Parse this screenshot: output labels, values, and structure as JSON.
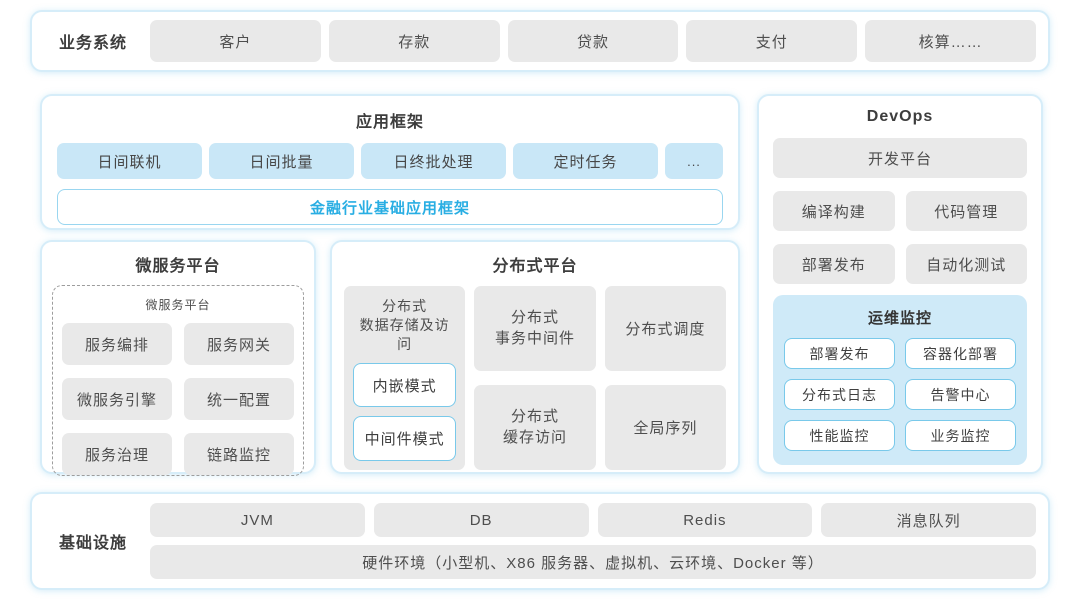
{
  "business": {
    "label": "业务系统",
    "items": [
      "客户",
      "存款",
      "贷款",
      "支付",
      "核算……"
    ]
  },
  "app_framework": {
    "title": "应用框架",
    "modes": [
      "日间联机",
      "日间批量",
      "日终批处理",
      "定时任务",
      "..."
    ],
    "base_label": "金融行业基础应用框架"
  },
  "microservice": {
    "title": "微服务平台",
    "inner_title": "微服务平台",
    "items": [
      "服务编排",
      "服务网关",
      "微服务引擎",
      "统一配置",
      "服务治理",
      "链路监控"
    ]
  },
  "distributed": {
    "title": "分布式平台",
    "storage_title": "分布式\n数据存储及访问",
    "storage_modes": [
      "内嵌模式",
      "中间件模式"
    ],
    "cells": [
      "分布式\n事务中间件",
      "分布式调度",
      "分布式\n缓存访问",
      "全局序列"
    ]
  },
  "devops": {
    "title": "DevOps",
    "platform": "开发平台",
    "tools": [
      "编译构建",
      "代码管理",
      "部署发布",
      "自动化测试"
    ],
    "monitoring": {
      "title": "运维监控",
      "items": [
        "部署发布",
        "容器化部署",
        "分布式日志",
        "告警中心",
        "性能监控",
        "业务监控"
      ]
    }
  },
  "infrastructure": {
    "label": "基础设施",
    "items": [
      "JVM",
      "DB",
      "Redis",
      "消息队列"
    ],
    "hardware": "硬件环境（小型机、X86 服务器、虚拟机、云环境、Docker 等）"
  },
  "colors": {
    "accent_text": "#29aee3",
    "light_blue_fill": "#c9e7f7",
    "monitor_bg": "#cfeaf8",
    "gray_fill": "#e9e9e9",
    "panel_border": "#d6edf9",
    "white_box_border": "#79c9ea"
  }
}
